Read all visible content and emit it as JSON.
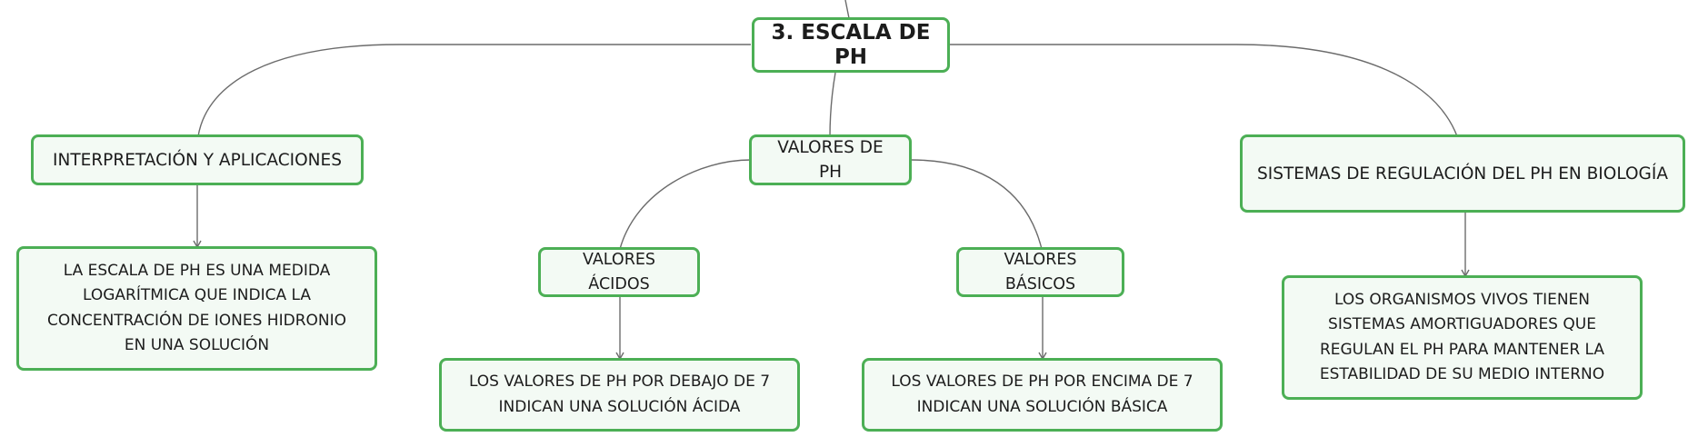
{
  "root": {
    "label": "3. ESCALA DE PH"
  },
  "branches": {
    "interpretacion": {
      "label": "INTERPRETACIÓN Y APLICACIONES",
      "detail": "LA ESCALA DE PH ES UNA MEDIDA LOGARÍTMICA QUE INDICA LA CONCENTRACIÓN DE IONES HIDRONIO EN UNA SOLUCIÓN"
    },
    "valores": {
      "label": "VALORES DE PH",
      "acidos": {
        "label": "VALORES ÁCIDOS",
        "detail": "LOS VALORES DE PH POR DEBAJO DE 7 INDICAN UNA SOLUCIÓN ÁCIDA"
      },
      "basicos": {
        "label": "VALORES BÁSICOS",
        "detail": "LOS VALORES DE PH POR ENCIMA DE 7 INDICAN UNA SOLUCIÓN BÁSICA"
      }
    },
    "sistemas": {
      "label": "SISTEMAS DE REGULACIÓN DEL PH EN BIOLOGÍA",
      "detail": "LOS ORGANISMOS VIVOS TIENEN SISTEMAS AMORTIGUADORES QUE REGULAN EL PH PARA MANTENER LA ESTABILIDAD DE SU MEDIO INTERNO"
    }
  },
  "colors": {
    "node_border": "#4caf55",
    "node_fill": "#f3faf4",
    "connector": "#6b6b6b",
    "text": "#1c1c1c"
  }
}
